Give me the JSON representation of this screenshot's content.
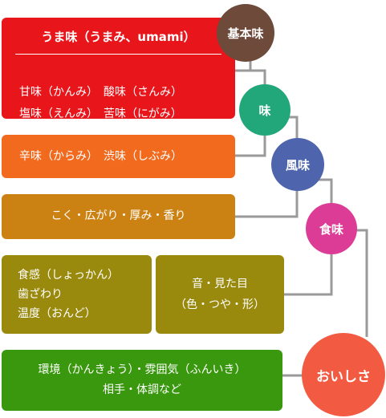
{
  "colors": {
    "red": "#e8151b",
    "orange": "#f26a1d",
    "amber": "#cc8212",
    "olive": "#998a0e",
    "green": "#3a980f",
    "brown": "#6e4a3a",
    "teal": "#22a77a",
    "blue": "#4e64ad",
    "pink": "#dd3c96",
    "coral": "#f25b42",
    "line": "#9a9a9a"
  },
  "boxes": {
    "umami": {
      "title": "うま味（うまみ、umami）",
      "line1": "甘味（かんみ）　酸味（さんみ）",
      "line2": "塩味（えんみ）　苦味（にがみ）"
    },
    "spicy": {
      "text": "辛味（からみ）　渋味（しぶみ）"
    },
    "koku": {
      "text": "こく・広がり・厚み・香り"
    },
    "texture": {
      "line1": "食感（しょっかん）",
      "line2": "歯ざわり",
      "line3": "温度（おんど）"
    },
    "sound": {
      "line1": "音・見た目",
      "line2": "（色・つや・形）"
    },
    "env": {
      "line1": "環境（かんきょう）・雰囲気（ふんいき）",
      "line2": "相手・体調など"
    }
  },
  "circles": {
    "basic": "基本味",
    "taste": "味",
    "flavor": "風味",
    "food": "食味",
    "delicious": "おいしさ"
  }
}
